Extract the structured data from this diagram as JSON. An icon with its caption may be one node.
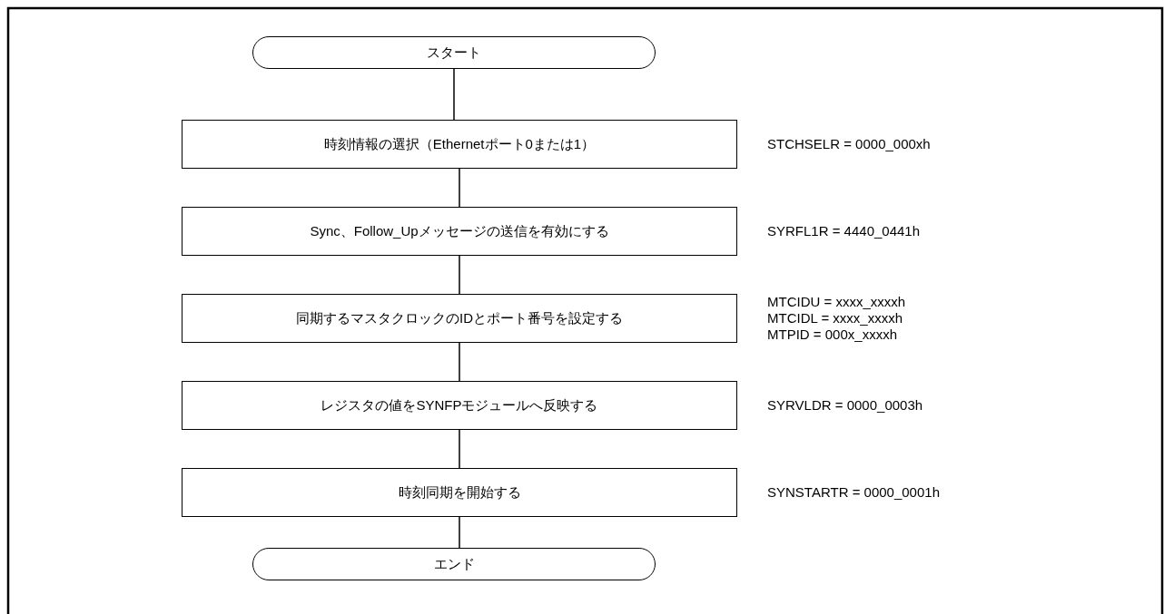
{
  "diagram": {
    "nodes": [
      {
        "text": [
          "スタート"
        ]
      },
      {
        "text": [
          "時刻情報の選択（Ethernetポート0または1）"
        ],
        "beside": [
          "STCHSELR = 0000_000xh"
        ]
      },
      {
        "text": [
          "Sync、Follow_Upメッセージの送信を有効にする"
        ],
        "beside": [
          "SYRFL1R = 4440_0441h"
        ]
      },
      {
        "text": [
          "同期するマスタクロックのIDとポート番号を設定する"
        ],
        "beside": [
          "MTCIDU = xxxx_xxxxh",
          "MTCIDL = xxxx_xxxxh",
          "MTPID = 000x_xxxxh"
        ]
      },
      {
        "text": [
          "レジスタの値をSYNFPモジュールへ反映する"
        ],
        "beside": [
          "SYRVLDR = 0000_0003h"
        ]
      },
      {
        "text": [
          "時刻同期を開始する"
        ],
        "beside": [
          "SYNSTARTR = 0000_0001h"
        ]
      },
      {
        "text": [
          "エンド"
        ]
      }
    ],
    "edges": [
      {
        "from": 0,
        "to": 1,
        "arrow": "none"
      },
      {
        "from": 1,
        "to": 2,
        "arrow": "none"
      },
      {
        "from": 2,
        "to": 3,
        "arrow": "none"
      },
      {
        "from": 3,
        "to": 4,
        "arrow": "none"
      },
      {
        "from": 4,
        "to": 5,
        "arrow": "none"
      },
      {
        "from": 5,
        "to": 6,
        "arrow": "none"
      }
    ]
  }
}
